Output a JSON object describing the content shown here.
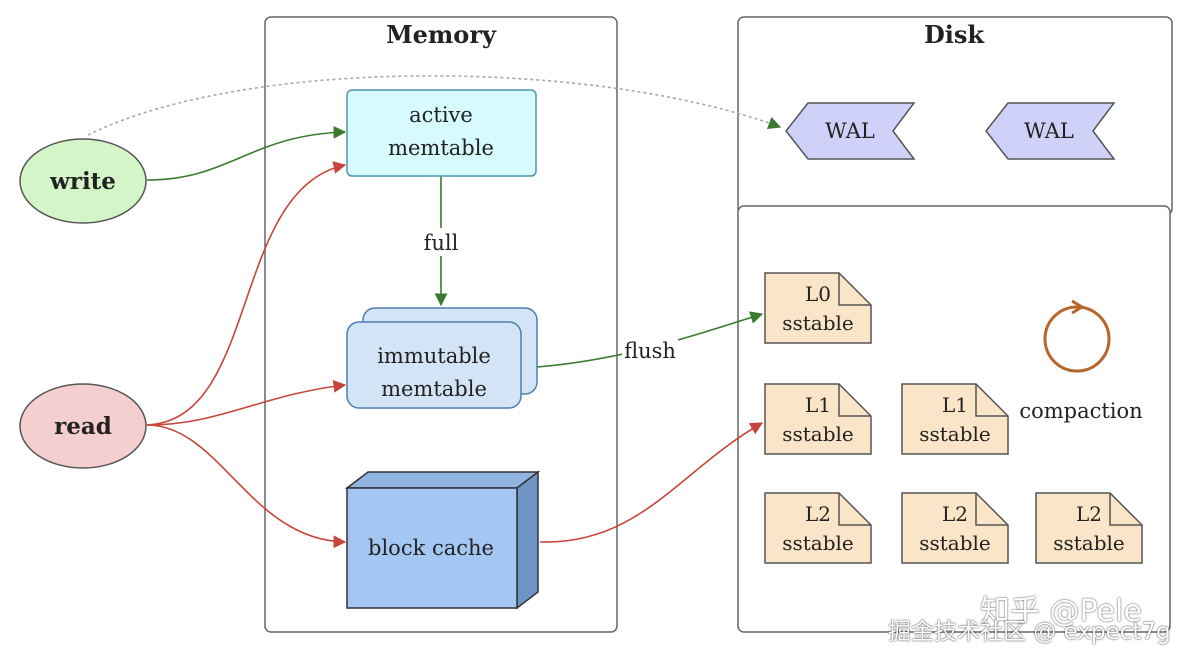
{
  "sections": {
    "memory": "Memory",
    "disk": "Disk"
  },
  "nodes": {
    "write": "write",
    "read": "read",
    "active_memtable": [
      "active",
      "memtable"
    ],
    "immutable_memtable": [
      "immutable",
      "memtable"
    ],
    "block_cache": "block cache",
    "wal": [
      "WAL",
      "WAL"
    ],
    "compaction": "compaction"
  },
  "sstables": [
    {
      "level": "L0",
      "label": "sstable"
    },
    {
      "level": "L1",
      "label": "sstable"
    },
    {
      "level": "L1",
      "label": "sstable"
    },
    {
      "level": "L2",
      "label": "sstable"
    },
    {
      "level": "L2",
      "label": "sstable"
    },
    {
      "level": "L2",
      "label": "sstable"
    }
  ],
  "edge_labels": {
    "full": "full",
    "flush": "flush"
  },
  "colors": {
    "write_edge": "#3a7a2e",
    "read_edge": "#c8453b",
    "wal_edge": "#9a9a9a",
    "write_fill": "#d4f5c8",
    "read_fill": "#f5cfcf",
    "active_fill": "#d6fafd",
    "immutable_fill": "#d4e4f7",
    "cache_fill": "#a3c7f2",
    "wal_fill": "#cfd1f8",
    "sstable_fill": "#fbe5c8",
    "compaction": "#b8652a"
  },
  "watermarks": {
    "zhihu": "知乎 @Pele",
    "juejin": "掘金技术社区 @ expect7g"
  }
}
